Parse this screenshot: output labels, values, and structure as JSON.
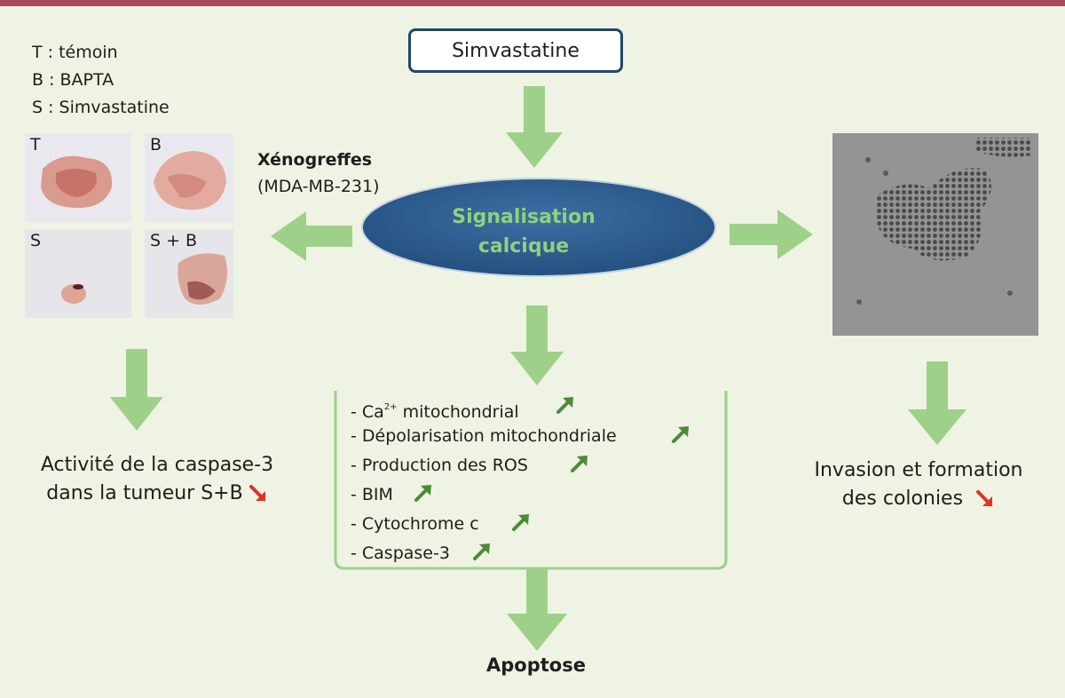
{
  "legend": [
    "T : témoin",
    "B : BAPTA",
    "S : Simvastatine"
  ],
  "photos": {
    "t_label": "T",
    "b_label": "B",
    "s_label": "S",
    "sb_label": "S + B"
  },
  "simvastatine": "Simvastatine",
  "xenografts": {
    "title": "Xénogreffes",
    "subtitle": "(MDA-MB-231)"
  },
  "signalisation": {
    "line1": "Signalisation",
    "line2": "calcique"
  },
  "left_outcome": {
    "line1": "Activité de la caspase-3",
    "line2": "dans la tumeur S+B"
  },
  "right_outcome": {
    "line1": "Invasion et formation",
    "line2": "des colonies"
  },
  "effects": {
    "ca_prefix": "- Ca",
    "ca_sup": "2+",
    "ca_suffix": " mitochondrial",
    "item2": "- Dépolarisation mitochondriale",
    "item3": "- Production des ROS",
    "item4": "- BIM",
    "item5": "- Cytochrome c",
    "item6": "- Caspase-3"
  },
  "result": "Apoptose",
  "colors": {
    "arrow_green": "#9ed08a",
    "up_arrow": "#4c8a3a",
    "down_arrow": "#e0322a",
    "ellipse": "#2f5b8c",
    "top_bar": "#a64b55"
  },
  "icons": {
    "increase": "arrow-up-right-icon",
    "decrease": "arrow-down-right-icon"
  }
}
